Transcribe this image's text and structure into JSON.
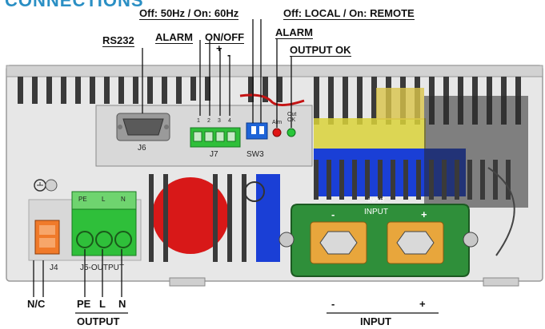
{
  "heading": "CONNECTIONS",
  "callouts": {
    "freq_switch": "Off: 50Hz / On: 60Hz",
    "local_remote": "Off: LOCAL / On: REMOTE",
    "rs232": "RS232",
    "alarm_onoff": "ALARM",
    "onoff": "ON/OFF",
    "plus": "+",
    "minus": "-",
    "alarm_led": "ALARM",
    "output_ok": "OUTPUT OK"
  },
  "board_labels": {
    "j6": "J6",
    "j7": "J7",
    "sw3": "SW3",
    "j4": "J4",
    "j5": "J5-OUTPUT",
    "pins": [
      "1",
      "2",
      "3",
      "4"
    ],
    "alm": "Alm",
    "out_ok": "Out\nOK",
    "pe": "PE",
    "l": "L",
    "n": "N",
    "input_tag_small": "INPUT",
    "input_tag": "INPUT",
    "input_minus": "-",
    "input_plus": "+"
  },
  "bottom": {
    "nc": "N/C",
    "pe": "PE",
    "l": "L",
    "n": "N",
    "output": "OUTPUT",
    "minus": "-",
    "plus": "+",
    "input": "INPUT"
  },
  "colors": {
    "heading": "#2a8fc4",
    "chassis": "#e6e6e6",
    "green_terminal": "#2fbf3a",
    "orange_terminal": "#f07a2a",
    "input_plate": "#2f8f3a",
    "busbar": "#e8a63c",
    "blue_switch": "#1e64d8",
    "alarm_led": "#e01515",
    "ok_led": "#29c63a"
  }
}
